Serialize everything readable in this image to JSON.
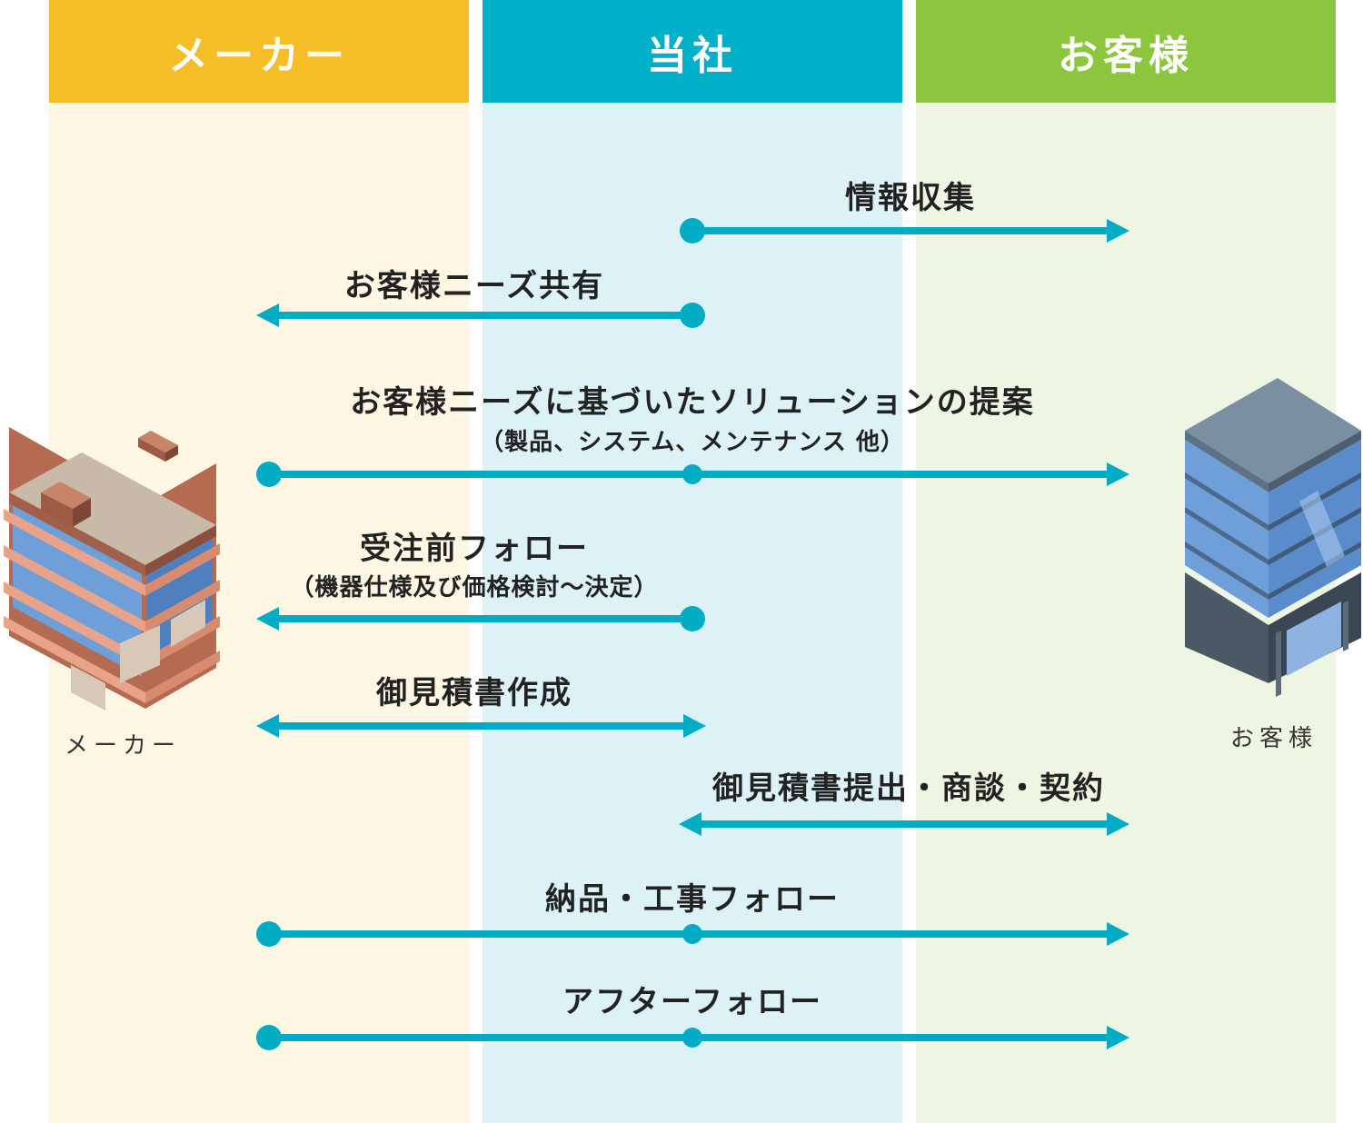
{
  "lanes": {
    "maker": "メーカー",
    "us": "当社",
    "client": "お客様"
  },
  "colors": {
    "maker": "#f6be26",
    "us": "#00b0c8",
    "client": "#8cc63e",
    "arrow": "#00acc4"
  },
  "steps": [
    {
      "label": "情報収集",
      "sub": ""
    },
    {
      "label": "お客様ニーズ共有",
      "sub": ""
    },
    {
      "label": "お客様ニーズに基づいたソリューションの提案",
      "sub": "（製品、システム、メンテナンス 他）"
    },
    {
      "label": "受注前フォロー",
      "sub": "（機器仕様及び価格検討〜決定）"
    },
    {
      "label": "御見積書作成",
      "sub": ""
    },
    {
      "label": "御見積書提出・商談・契約",
      "sub": ""
    },
    {
      "label": "納品・工事フォロー",
      "sub": ""
    },
    {
      "label": "アフターフォロー",
      "sub": ""
    }
  ],
  "captions": {
    "maker": "メーカー",
    "client": "お客様"
  }
}
